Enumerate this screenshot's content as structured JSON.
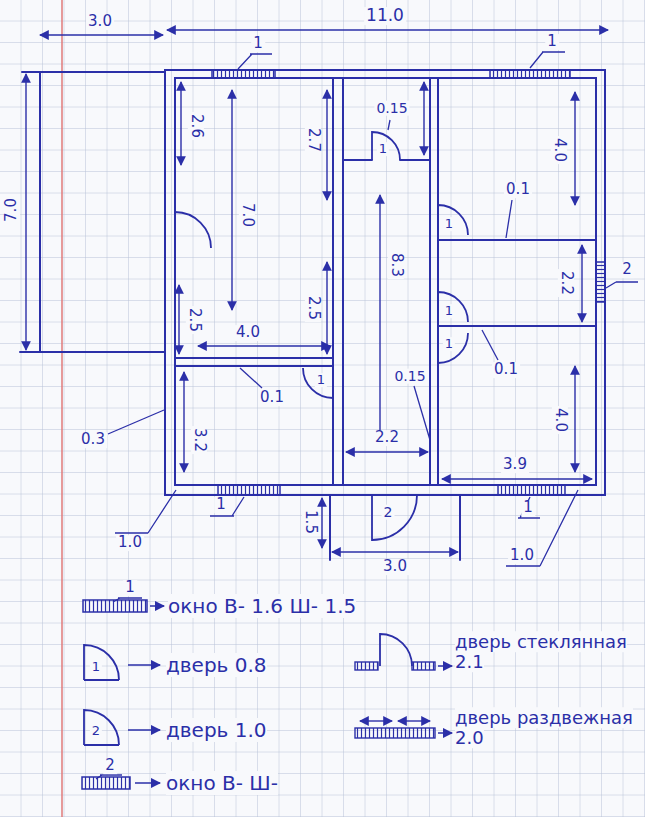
{
  "diagram": {
    "labels": [
      "3.0",
      "11.0",
      "7.0",
      "1",
      "1",
      "2.6",
      "7.0",
      "2.7",
      "0.15",
      "1",
      "4.0",
      "0.1",
      "1",
      "2.5",
      "2.5",
      "4.0",
      "8.3",
      "2.2",
      "1",
      "1",
      "2",
      "0.1",
      "1",
      "0.15",
      "0.1",
      "0.3",
      "3.2",
      "2.2",
      "4.0",
      "3.9",
      "1.0",
      "1",
      "2",
      "1.5",
      "3.0",
      "1",
      "1.0",
      "1",
      "1",
      "2",
      "2"
    ],
    "legend": [
      {
        "text": "окно В- 1.6 Ш- 1.5"
      },
      {
        "text": "дверь 0.8"
      },
      {
        "text": "дверь стеклянная 2.1"
      },
      {
        "text": "дверь 1.0"
      },
      {
        "text": "дверь раздвежная 2.0"
      },
      {
        "text": "окно В- Ш-"
      }
    ]
  }
}
